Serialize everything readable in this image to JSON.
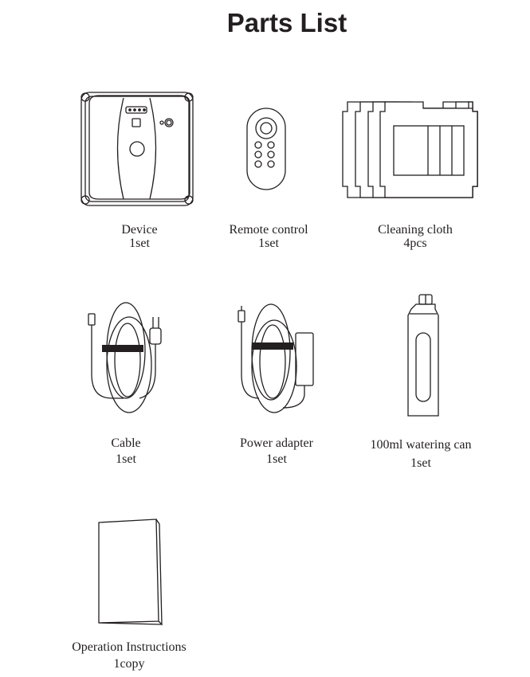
{
  "title": "Parts List",
  "items": [
    {
      "name": "Device",
      "qty": "1set",
      "icon": "window-cleaning-robot-icon"
    },
    {
      "name": "Remote control",
      "qty": "1set",
      "icon": "remote-control-icon"
    },
    {
      "name": "Cleaning cloth",
      "qty": "4pcs",
      "icon": "cleaning-cloth-icon"
    },
    {
      "name": "Cable",
      "qty": "1set",
      "icon": "cable-icon"
    },
    {
      "name": "Power adapter",
      "qty": "1set",
      "icon": "power-adapter-icon"
    },
    {
      "name": "100ml watering can",
      "qty": "1set",
      "icon": "watering-can-icon"
    },
    {
      "name": "Operation Instructions",
      "qty": "1copy",
      "icon": "instruction-booklet-icon"
    }
  ],
  "colors": {
    "ink": "#231f20",
    "background": "#ffffff"
  }
}
